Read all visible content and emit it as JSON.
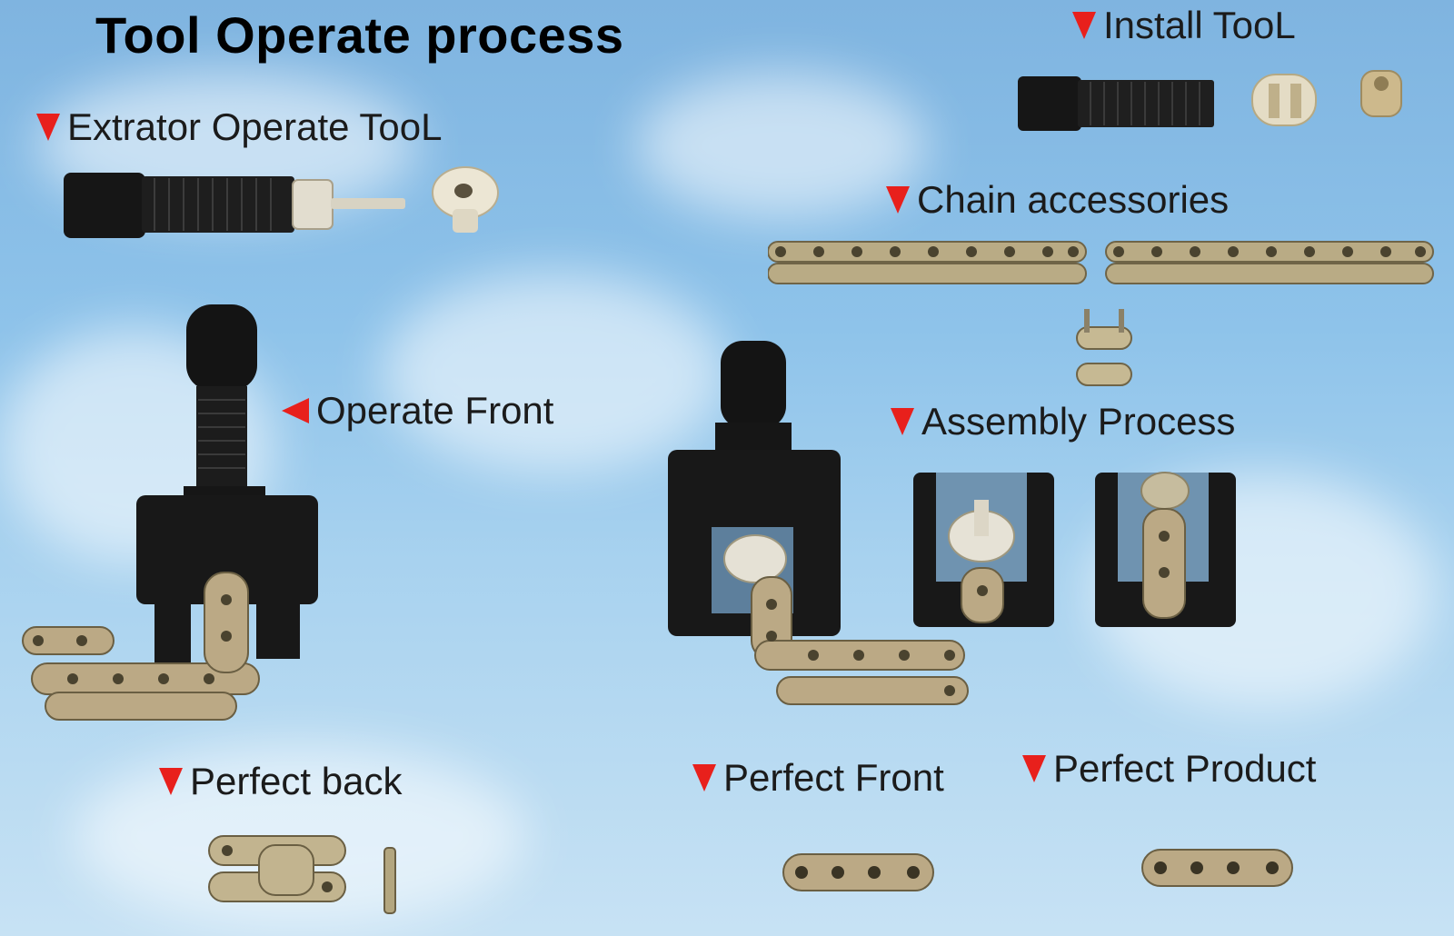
{
  "title": "Tool Operate process",
  "sections": {
    "install_tool": "Install TooL",
    "extractor": "Extrator Operate TooL",
    "chain_accessories": "Chain  accessories",
    "operate_front": "Operate  Front",
    "assembly_process": "Assembly  Process",
    "perfect_back": "Perfect back",
    "perfect_front": "Perfect Front",
    "perfect_product": "Perfect Product"
  },
  "colors": {
    "marker": "#e8201c",
    "tool_black": "#1a1a1a",
    "metal": "#c9b98f",
    "chrome": "#e6e2d6"
  },
  "icons": {
    "section_marker": "triangle-down",
    "operate_marker": "triangle-left"
  }
}
